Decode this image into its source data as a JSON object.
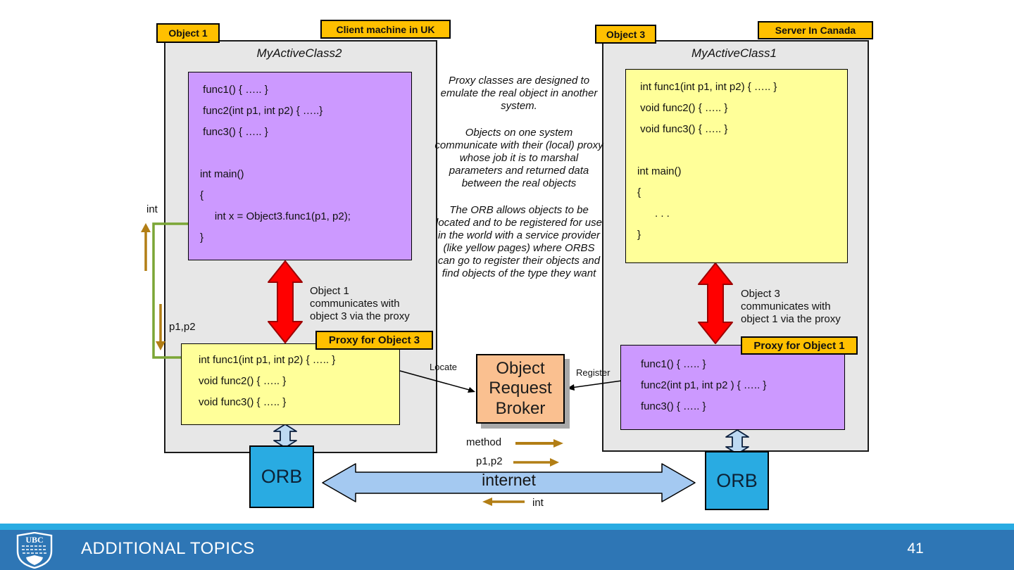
{
  "colors": {
    "gold": "#FFC000",
    "purple": "#CC99FF",
    "yellow": "#FFFF99",
    "red_arrow": "#FF0000",
    "orb_blue": "#29ABE2",
    "internet_blue": "#A4C9F1",
    "peach": "#FAC090",
    "green_line": "#7BA636",
    "brown_arrow": "#B27E15",
    "footer_blue": "#2E76B5",
    "footer_strip": "#29ABE2",
    "panel_gray": "#E7E7E7"
  },
  "client": {
    "object_tag": "Object 1",
    "machine_tag": "Client machine in UK",
    "class_title": "MyActiveClass2",
    "class_code": [
      " func1() { ….. }",
      " func2(int p1, int p2) { …..}",
      " func3() { ….. }",
      "",
      "int main()",
      "{",
      "     int x = Object3.func1(p1, p2);",
      "}"
    ],
    "comm_note": "Object 1\ncommunicates with\nobject 3 via the proxy",
    "proxy_tag": "Proxy for Object 3",
    "proxy_code": [
      "int func1(int p1, int p2) { ….. }",
      "void func2() { ….. }",
      "void func3() { ….. }"
    ],
    "orb_label": "ORB",
    "return_label": "int",
    "params_label": "p1,p2"
  },
  "server": {
    "object_tag": "Object 3",
    "machine_tag": "Server In Canada",
    "class_title": "MyActiveClass1",
    "class_code": [
      " int func1(int p1, int p2) { ….. }",
      " void func2() { ….. }",
      " void func3() { ….. }",
      "",
      "int main()",
      "{",
      "      . . .",
      "}"
    ],
    "comm_note": "Object 3\ncommunicates with\nobject 1 via the proxy",
    "proxy_tag": "Proxy for Object 1",
    "proxy_code": [
      "func1() { ….. }",
      "func2(int p1, int p2 ) { ….. }",
      "func3() { ….. }"
    ],
    "orb_label": "ORB"
  },
  "center": {
    "notes": [
      "Proxy classes are designed to emulate the real object in another system.",
      "Objects on one system communicate with their (local) proxy whose job it is to marshal parameters and returned data between the real objects",
      "The ORB allows objects to be located and to be registered for use in the world with a service provider (like yellow pages) where ORBS can go to register their objects and find objects of the type they want"
    ],
    "broker_label": "Object Request Broker",
    "locate_label": "Locate",
    "register_label": "Register",
    "method_label": "method",
    "params_label": "p1,p2",
    "internet_label": "internet",
    "return_label": "int"
  },
  "footer": {
    "section_title": "ADDITIONAL TOPICS",
    "page_number": "41",
    "logo_text": "UBC"
  }
}
